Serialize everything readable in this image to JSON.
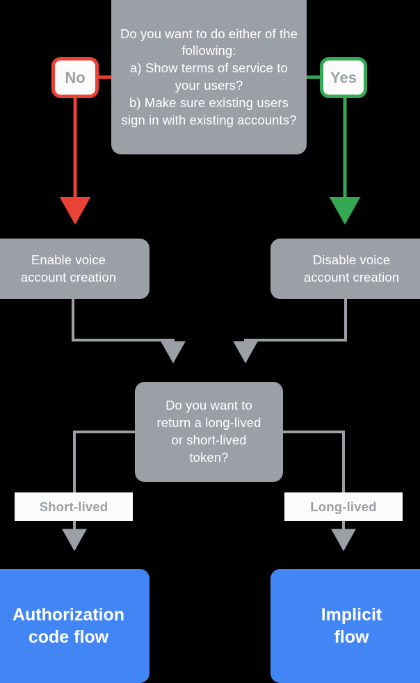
{
  "diagram": {
    "title": "Voice account linking flow decision chart",
    "colors": {
      "background": "#000000",
      "node_gray": "#9aa0a6",
      "node_blue": "#4285f4",
      "no_red": "#ea4335",
      "yes_green": "#34a853",
      "connector_gray": "#9aa0a6",
      "label_white": "#fbfbfb"
    },
    "nodes": {
      "question_top": "Do you want to do either of the following:\na) Show terms of service to your users?\nb) Make sure existing users sign in with existing accounts?",
      "enable_voice": "Enable voice\naccount creation",
      "disable_voice": "Disable voice\naccount creation",
      "question_token": "Do you want to\nreturn a long-lived\nor short-lived\ntoken?",
      "authorization_code_flow": "Authorization\ncode flow",
      "implicit_flow": "Implicit\nflow"
    },
    "decision_pills": {
      "no": "No",
      "yes": "Yes"
    },
    "edge_labels": {
      "short_lived": "Short-lived",
      "long_lived": "Long-lived"
    }
  },
  "chart_data": {
    "type": "diagram",
    "subtype": "flowchart",
    "title": "Voice account creation / token lifetime decision flow",
    "nodes": [
      {
        "id": "q1",
        "label": "Do you want to do either of the following: a) Show terms of service to your users? b) Make sure existing users sign in with existing accounts?",
        "shape": "rounded-rect",
        "fill": "#9aa0a6"
      },
      {
        "id": "no",
        "label": "No",
        "shape": "rounded-rect-outline",
        "stroke": "#ea4335",
        "fill": "#fbfbfb"
      },
      {
        "id": "yes",
        "label": "Yes",
        "shape": "rounded-rect-outline",
        "stroke": "#34a853",
        "fill": "#fbfbfb"
      },
      {
        "id": "enable",
        "label": "Enable voice account creation",
        "shape": "rounded-rect",
        "fill": "#9aa0a6"
      },
      {
        "id": "disable",
        "label": "Disable voice account creation",
        "shape": "rounded-rect",
        "fill": "#9aa0a6"
      },
      {
        "id": "q2",
        "label": "Do you want to return a long-lived or short-lived token?",
        "shape": "rounded-rect",
        "fill": "#9aa0a6"
      },
      {
        "id": "auth",
        "label": "Authorization code flow",
        "shape": "rounded-rect",
        "fill": "#4285f4"
      },
      {
        "id": "implicit",
        "label": "Implicit flow",
        "shape": "rounded-rect",
        "fill": "#4285f4"
      }
    ],
    "edges": [
      {
        "from": "q1",
        "to": "no",
        "label": "",
        "color": "#ea4335"
      },
      {
        "from": "q1",
        "to": "yes",
        "label": "",
        "color": "#34a853"
      },
      {
        "from": "no",
        "to": "enable",
        "label": "",
        "color": "#ea4335"
      },
      {
        "from": "yes",
        "to": "disable",
        "label": "",
        "color": "#34a853"
      },
      {
        "from": "enable",
        "to": "q2",
        "label": "",
        "color": "#9aa0a6"
      },
      {
        "from": "disable",
        "to": "q2",
        "label": "",
        "color": "#9aa0a6"
      },
      {
        "from": "q2",
        "to": "auth",
        "label": "Short-lived",
        "color": "#9aa0a6"
      },
      {
        "from": "q2",
        "to": "implicit",
        "label": "Long-lived",
        "color": "#9aa0a6"
      }
    ]
  }
}
